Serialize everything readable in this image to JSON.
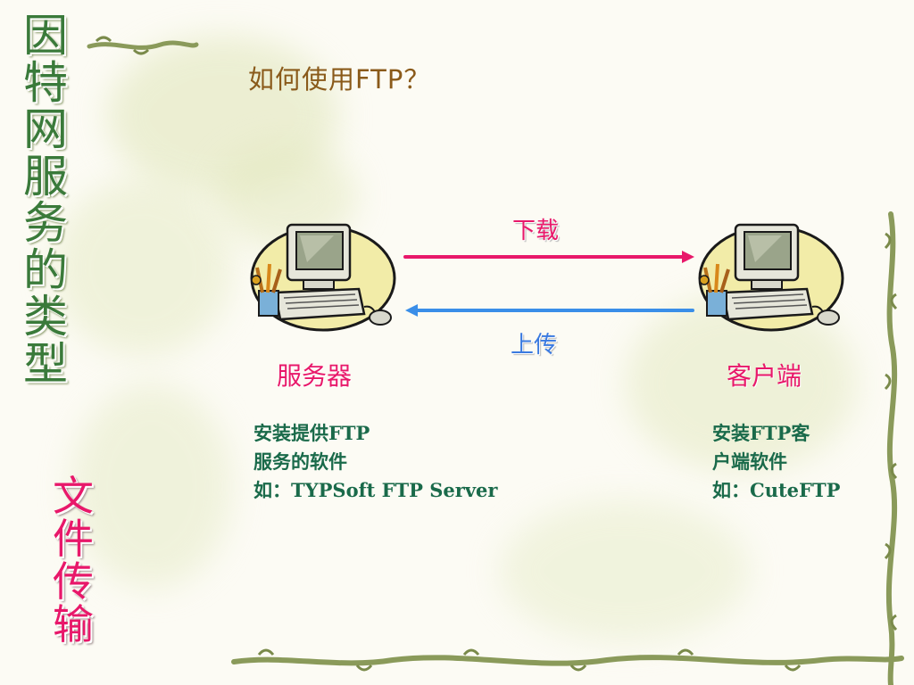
{
  "sidebar": {
    "title": "因特网服务的类型",
    "subtitle": "文件传输"
  },
  "slide": {
    "title": "如何使用FTP？"
  },
  "diagram": {
    "download_label": "下载",
    "upload_label": "上传",
    "server": {
      "label": "服务器",
      "desc_lines": [
        "安装提供FTP",
        "服务的软件",
        "如：TYPSoft FTP Server"
      ]
    },
    "client": {
      "label": "客户端",
      "desc_lines": [
        "安装FTP客",
        "户端软件",
        "如：CuteFTP"
      ]
    },
    "colors": {
      "download_arrow": "#e8186a",
      "upload_arrow": "#3a8ee8",
      "role_text": "#e8186a",
      "desc_text": "#1a6a4a",
      "title_text": "#8a5a1a"
    }
  }
}
